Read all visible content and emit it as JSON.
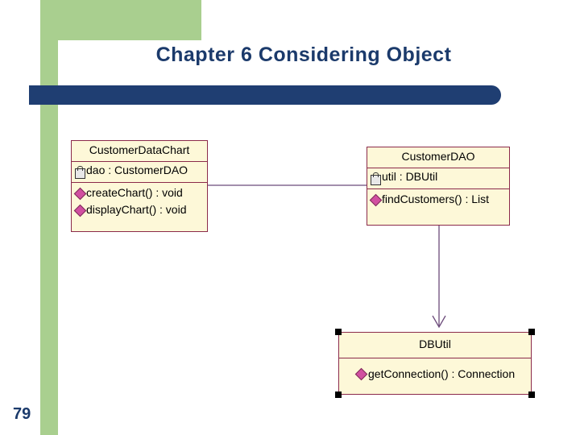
{
  "slide": {
    "title": "Chapter 6  Considering Object",
    "page_number": "79",
    "accent_color": "#1f3e72",
    "band_color": "#a9cf8f",
    "class_fill": "#fdf8d8",
    "class_border": "#8b2a4a"
  },
  "diagram": {
    "type": "uml-class-diagram",
    "classes": [
      {
        "id": "customer-data-chart",
        "name": "CustomerDataChart",
        "attributes": [
          "dao : CustomerDAO"
        ],
        "operations": [
          "createChart() : void",
          "displayChart() : void"
        ],
        "selected": false
      },
      {
        "id": "customer-dao",
        "name": "CustomerDAO",
        "attributes": [
          "util : DBUtil"
        ],
        "operations": [
          "findCustomers() : List"
        ],
        "selected": false
      },
      {
        "id": "dbutil",
        "name": "DBUtil",
        "attributes": [],
        "operations": [
          "getConnection() : Connection"
        ],
        "selected": true
      }
    ],
    "associations": [
      {
        "from": "customer-data-chart",
        "to": "customer-dao",
        "direction": "right"
      },
      {
        "from": "customer-dao",
        "to": "dbutil",
        "direction": "down"
      }
    ]
  }
}
